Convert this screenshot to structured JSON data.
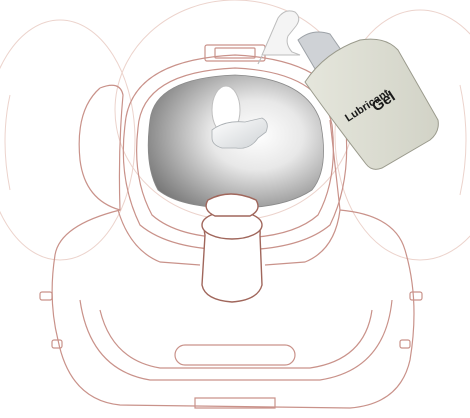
{
  "illustration": {
    "bottle": {
      "label_line1": "Lubricant",
      "label_line2": "Gel"
    }
  },
  "colors": {
    "outline_primary": "#a0665b",
    "outline_faint": "#e6c9c2",
    "cavity_dark": "#6e6e6e",
    "cavity_light": "#f4f4f4",
    "bottle_body": "#dcddd2",
    "bottle_cap": "#cdd0d4",
    "nozzle": "#f2f2f2"
  },
  "icons": [
    "bottle-icon",
    "nozzle-icon",
    "cavity",
    "assembly-component"
  ]
}
